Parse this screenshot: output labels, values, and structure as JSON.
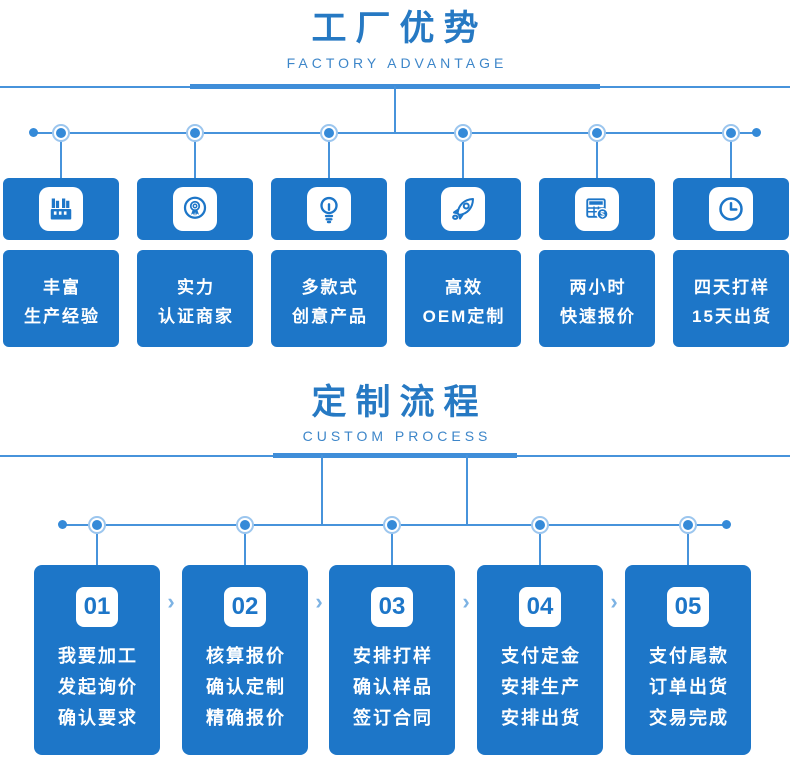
{
  "colors": {
    "box_blue": "#1d76c8",
    "line_blue": "#4793db",
    "node_blue": "#358ad8",
    "node_ring": "#9cc6ee",
    "title_blue": "#2679c3",
    "subtitle_blue": "#3d86c9",
    "arrow_blue": "#7db3e4",
    "background": "#ffffff"
  },
  "section1": {
    "title": "工厂优势",
    "subtitle": "FACTORY ADVANTAGE",
    "items": [
      {
        "icon": "factory-icon",
        "lines": [
          "丰富",
          "生产经验"
        ]
      },
      {
        "icon": "medal-icon",
        "lines": [
          "实力",
          "认证商家"
        ]
      },
      {
        "icon": "bulb-icon",
        "lines": [
          "多款式",
          "创意产品"
        ]
      },
      {
        "icon": "rocket-icon",
        "lines": [
          "高效",
          "OEM定制"
        ]
      },
      {
        "icon": "calculator-icon",
        "lines": [
          "两小时",
          "快速报价"
        ]
      },
      {
        "icon": "clock-icon",
        "lines": [
          "四天打样",
          "15天出货"
        ]
      }
    ]
  },
  "section2": {
    "title": "定制流程",
    "subtitle": "CUSTOM PROCESS",
    "arrow": "›",
    "steps": [
      {
        "number": "01",
        "lines": [
          "我要加工",
          "发起询价",
          "确认要求"
        ]
      },
      {
        "number": "02",
        "lines": [
          "核算报价",
          "确认定制",
          "精确报价"
        ]
      },
      {
        "number": "03",
        "lines": [
          "安排打样",
          "确认样品",
          "签订合同"
        ]
      },
      {
        "number": "04",
        "lines": [
          "支付定金",
          "安排生产",
          "安排出货"
        ]
      },
      {
        "number": "05",
        "lines": [
          "支付尾款",
          "订单出货",
          "交易完成"
        ]
      }
    ]
  }
}
